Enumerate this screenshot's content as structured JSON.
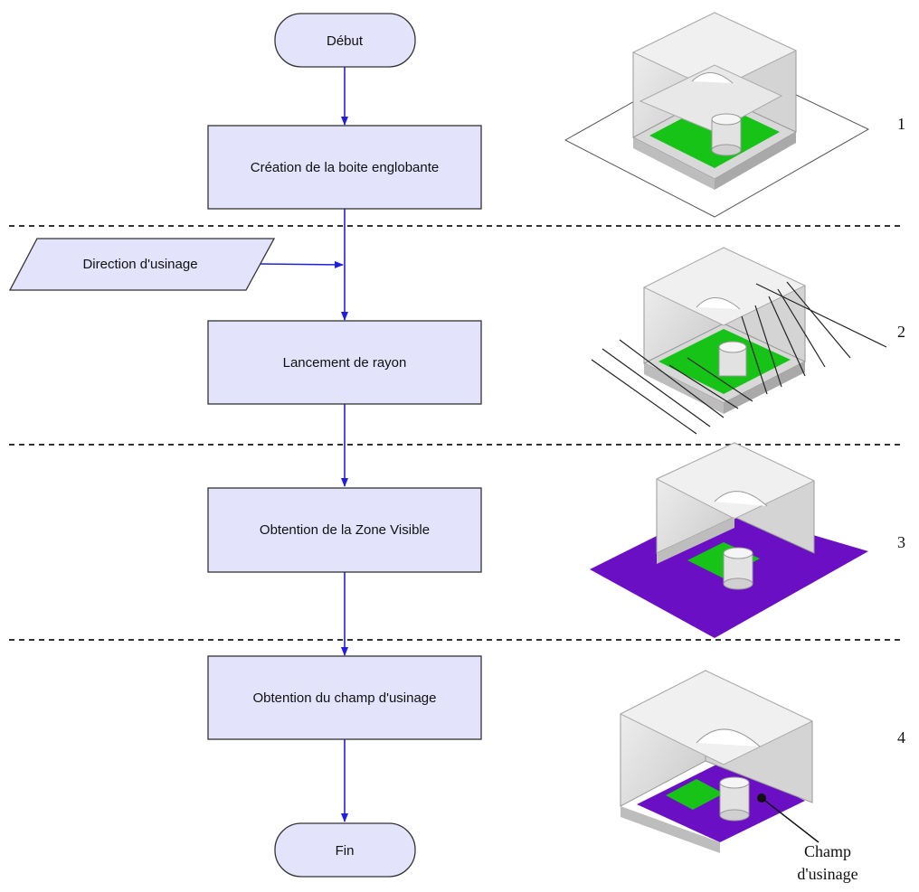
{
  "flow": {
    "start": "Début",
    "step1": "Création de la boite englobante",
    "input": "Direction d'usinage",
    "step2": "Lancement de rayon",
    "step3": "Obtention de la Zone Visible",
    "step4": "Obtention du champ d'usinage",
    "end": "Fin"
  },
  "steps": {
    "n1": "1",
    "n2": "2",
    "n3": "3",
    "n4": "4"
  },
  "callout": {
    "line1": "Champ",
    "line2": "d'usinage"
  },
  "colors": {
    "box_fill": "#e3e3fb",
    "box_stroke": "#333333",
    "arrow": "#1f1fe0",
    "green": "#17c317",
    "purple": "#6a0fc4",
    "part": "#e6e6e6"
  }
}
